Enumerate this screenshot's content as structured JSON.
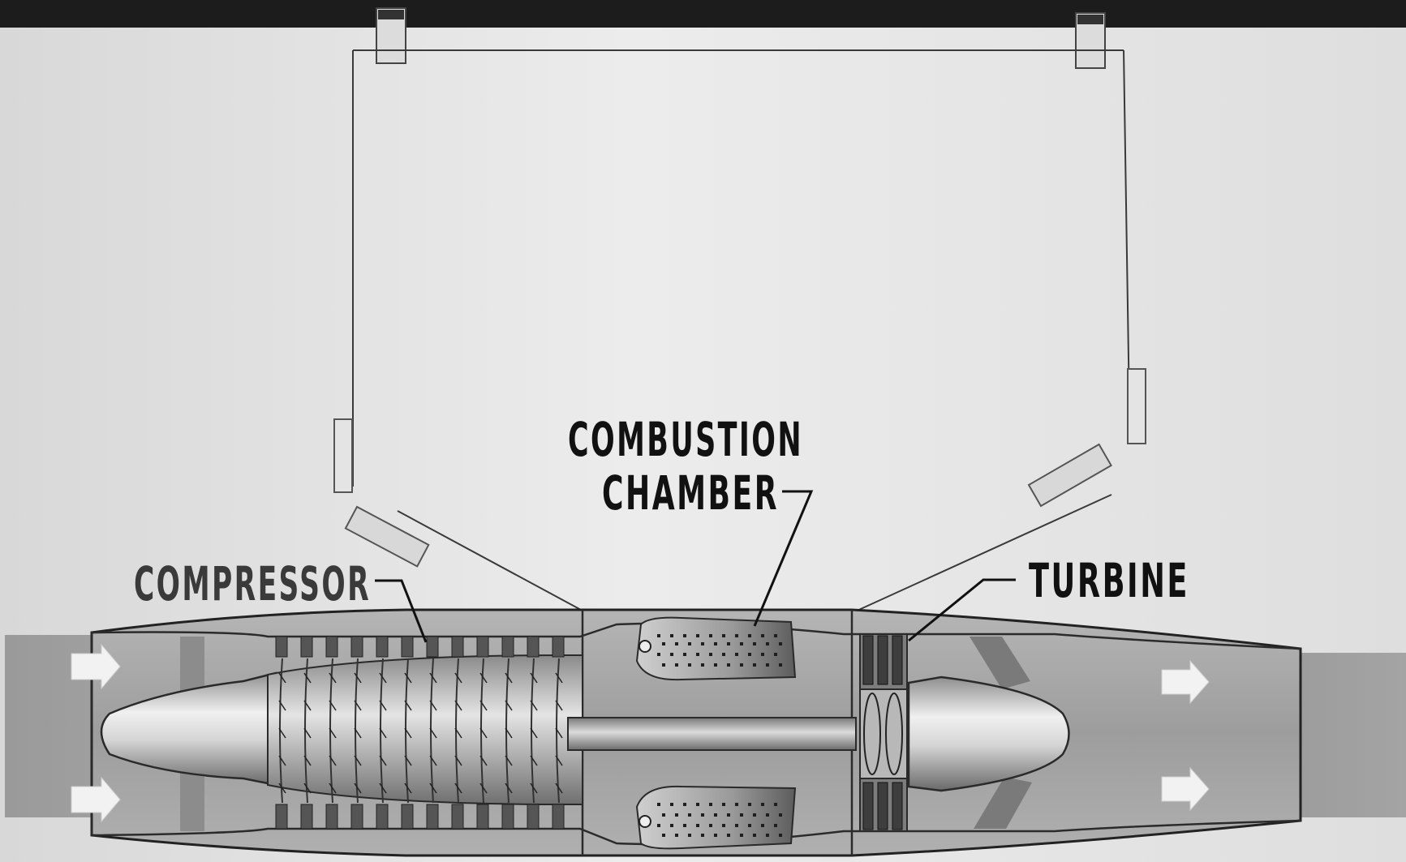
{
  "labels": {
    "combustion_line1": "COMBUSTION",
    "combustion_line2": "CHAMBER",
    "compressor": "COMPRESSOR",
    "turbine": "TURBINE"
  },
  "colors": {
    "background": "#e6e6e6",
    "top_strip": "#1c1c1c",
    "airflow": "#9a9a9a",
    "casing": "#a9a9a9",
    "outline": "#222222",
    "label_ink": "#111111"
  }
}
